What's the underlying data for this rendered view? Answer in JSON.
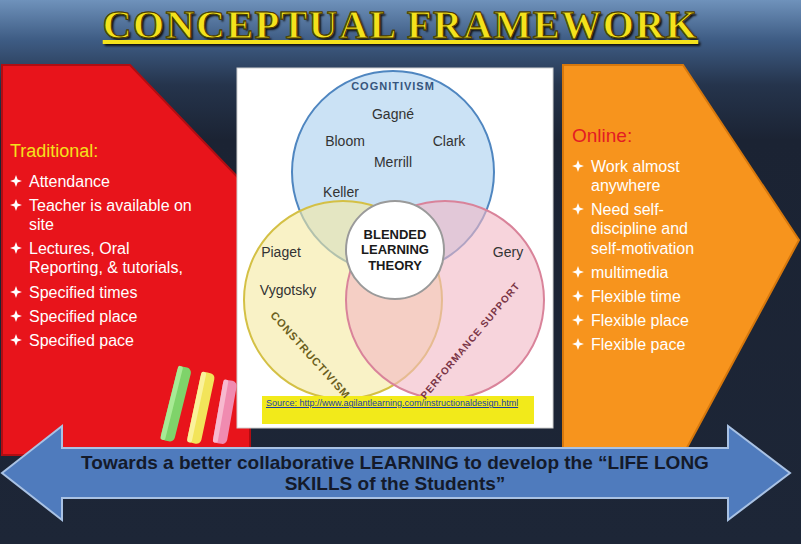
{
  "diagram": {
    "title": "CONCEPTUAL FRAMEWORK",
    "nodes": [
      {
        "text": [
          "Traditional:",
          "Attendance",
          "Teacher is available on site",
          "Lectures, Oral Reporting, & tutorials,",
          "Specified times",
          "Specified place",
          "Specified pace"
        ]
      },
      {
        "text": [
          "COGNITIVISM",
          "Bloom",
          "Gagné",
          "Clark",
          "Merrill"
        ]
      },
      {
        "text": [
          "CONSTRUCTIVISM",
          "Piaget",
          "Vygotsky"
        ]
      },
      {
        "text": [
          "PERFORMANCE SUPPORT",
          "Gery"
        ]
      },
      {
        "text": [
          "BLENDED LEARNING THEORY"
        ]
      },
      {
        "text": [
          "Source: http://www.agilantlearning.com/instructionaldesign.html"
        ]
      },
      {
        "text": [
          "Online:",
          "Work almost anywhere",
          "Need self-discipline and self-motivation",
          "multimedia",
          "Flexible time",
          "Flexible place",
          "Flexible pace"
        ]
      },
      {
        "text": [
          "Towards a better collaborative LEARNING to develop the “LIFE LONG SKILLS of the Students”"
        ]
      }
    ],
    "labels": [
      "Keller"
    ]
  }
}
